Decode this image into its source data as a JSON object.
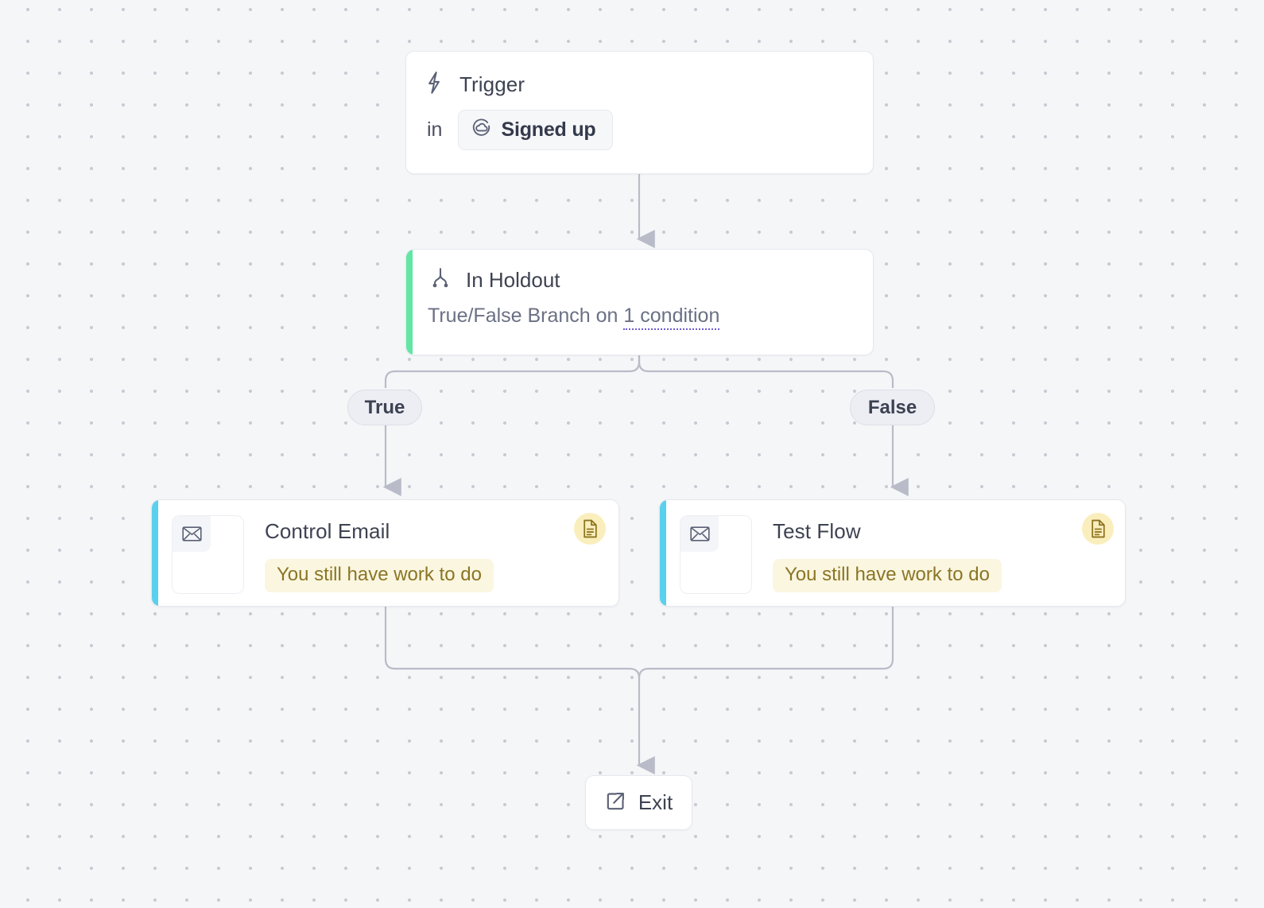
{
  "canvas": {
    "background": "#f5f6f8",
    "grid_dot_color": "#c9cbd4",
    "edge_color": "#b9bcc8"
  },
  "nodes": {
    "trigger": {
      "icon": "zap-icon",
      "title": "Trigger",
      "preposition": "in",
      "audience_icon": "cloud-circle-icon",
      "audience": "Signed up"
    },
    "branch": {
      "icon": "branch-split-icon",
      "title": "In Holdout",
      "description_prefix": "True/False Branch on ",
      "condition_link": "1 condition",
      "accent_color": "#62e6a4"
    },
    "branch_labels": {
      "true": "True",
      "false": "False"
    },
    "control_email": {
      "icon": "envelope-icon",
      "title": "Control Email",
      "warning": "You still have work to do",
      "doc_icon": "document-icon",
      "accent_color": "#5ad0ef"
    },
    "test_flow": {
      "icon": "envelope-icon",
      "title": "Test Flow",
      "warning": "You still have work to do",
      "doc_icon": "document-icon",
      "accent_color": "#5ad0ef"
    },
    "exit": {
      "icon": "external-link-icon",
      "title": "Exit"
    }
  }
}
